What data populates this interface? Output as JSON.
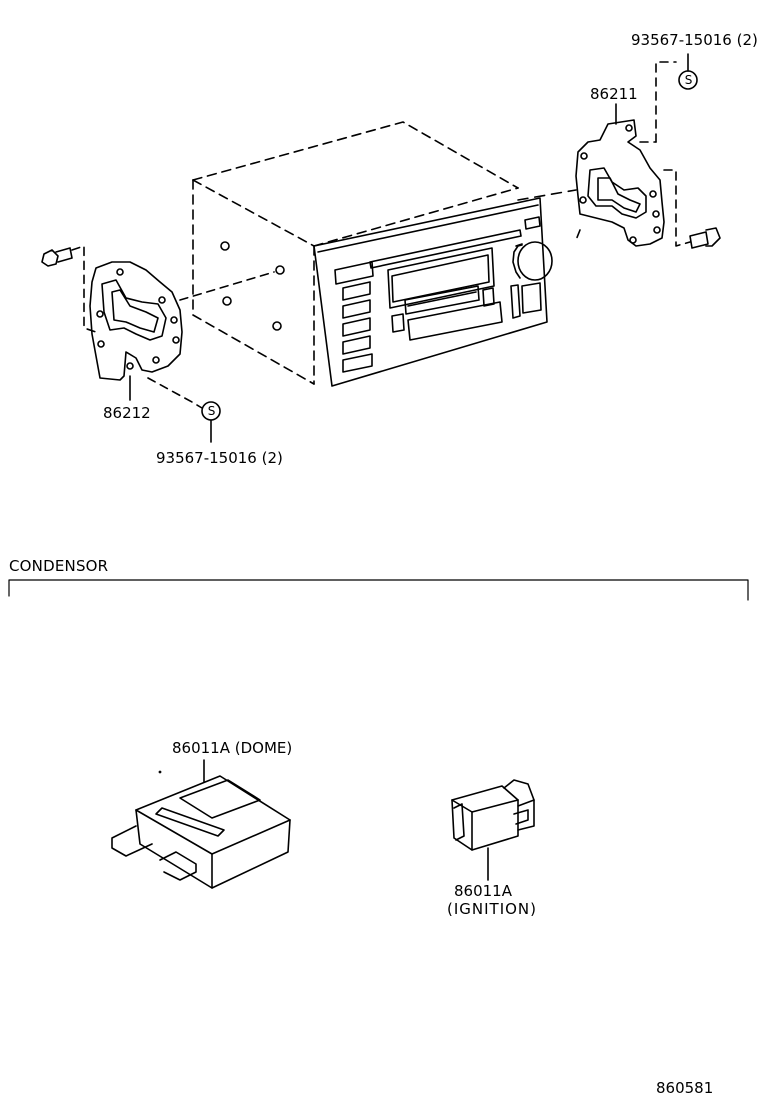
{
  "labels": {
    "bolt_top_right": "93567-15016 (2)",
    "bracket_right": "86211",
    "bracket_left": "86212",
    "bolt_bottom_left": "93567-15016 (2)",
    "section_title": "CONDENSOR",
    "condensor_dome": "86011A (DOME)",
    "condensor_ign_part": "86011A",
    "condensor_ign_name": "(IGNITION)",
    "ref_code": "860581"
  },
  "symbols": {
    "screw_mark": "S"
  },
  "colors": {
    "ink": "#000000",
    "paper": "#ffffff"
  }
}
